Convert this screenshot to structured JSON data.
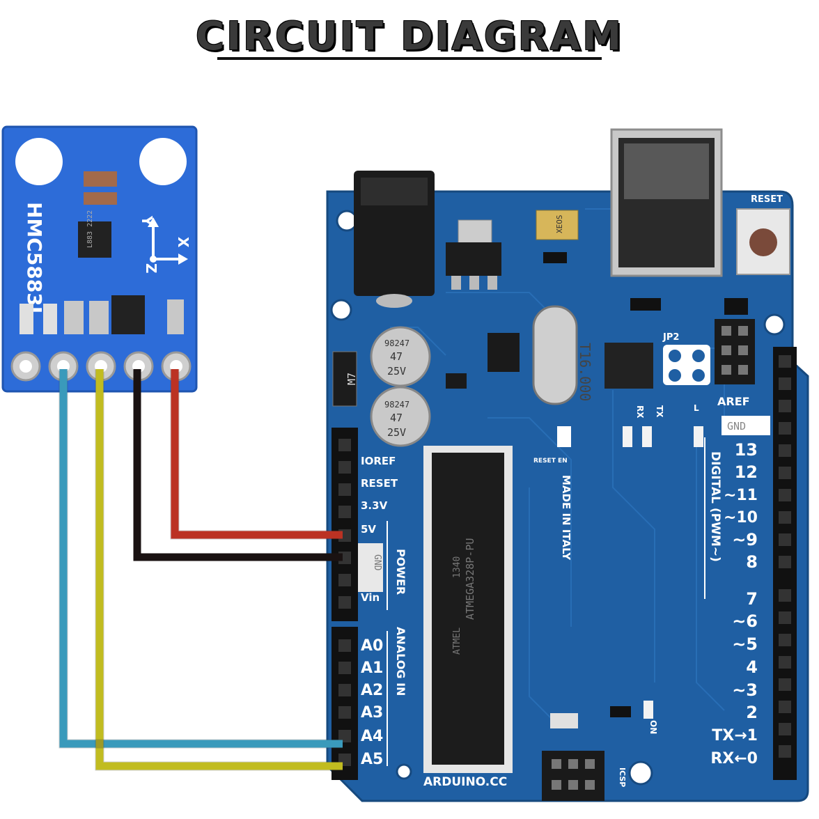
{
  "title": "CIRCUIT DIAGRAM",
  "sensor": {
    "label": "HMC5883L",
    "chip_text": "L883 2222",
    "axis_x": "X",
    "axis_y": "Y",
    "axis_z": "Z"
  },
  "arduino": {
    "reset_button_label": "RESET",
    "aref": "AREF",
    "gnd_top": "GND",
    "digital_label": "DIGITAL (PWM~)",
    "digital_pins": [
      "13",
      "12",
      "~11",
      "~10",
      "~9",
      "8",
      "7",
      "~6",
      "~5",
      "4",
      "~3",
      "2",
      "TX→1",
      "RX←0"
    ],
    "power_label": "POWER",
    "power_pins": [
      "IOREF",
      "RESET",
      "3.3V",
      "5V",
      "GND",
      "Vin"
    ],
    "analog_label": "ANALOG IN",
    "analog_pins": [
      "A0",
      "A1",
      "A2",
      "A3",
      "A4",
      "A5"
    ],
    "made_in": "MADE IN ITALY",
    "website": "ARDUINO.CC",
    "icsp": "ICSP",
    "crystal": "T16.000",
    "cap_text": [
      "98247",
      "47",
      "25V"
    ],
    "mcu_text": [
      "ATMEL",
      "ATMEGA328P-PU",
      "1340"
    ],
    "jp2": "JP2",
    "tx": "TX",
    "rx": "RX",
    "l": "L",
    "on": "ON",
    "reset_en": "RESET EN",
    "regulator": "M7",
    "xeos": "XEOS"
  },
  "colors": {
    "board_blue": "#1f5fa3",
    "sensor_blue": "#2d6cd8",
    "wire_vcc": "#e8321e",
    "wire_gnd": "#1a1212",
    "wire_scl": "#3cbde8",
    "wire_sda": "#f0ea1a"
  }
}
